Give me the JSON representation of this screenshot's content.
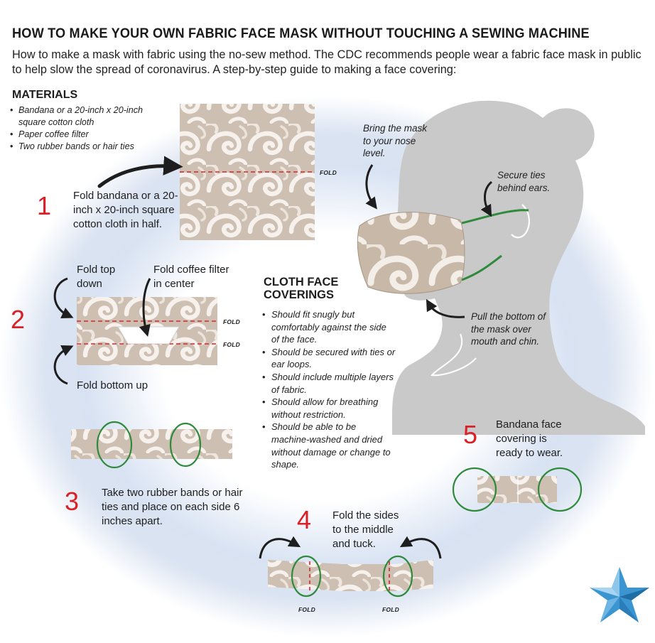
{
  "title": "HOW TO MAKE YOUR OWN FABRIC FACE MASK WITHOUT TOUCHING A SEWING MACHINE",
  "subtitle": "How to make a mask with fabric using the no-sew method. The CDC recommends people wear a fabric face mask in public to help slow the spread of coronavirus. A step-by-step guide to making a face covering:",
  "materials": {
    "heading": "MATERIALS",
    "items": [
      "Bandana or a 20-inch x 20-inch square cotton cloth",
      "Paper coffee filter",
      "Two rubber bands or hair ties"
    ]
  },
  "steps": [
    {
      "number": "1",
      "text": "Fold bandana or a 20-inch x 20-inch square cotton cloth in half."
    },
    {
      "number": "2",
      "fold_top": "Fold top down",
      "fold_filter": "Fold coffee filter in center",
      "fold_bottom": "Fold bottom up"
    },
    {
      "number": "3",
      "text": "Take two rubber bands or hair ties and place on each side 6 inches apart."
    },
    {
      "number": "4",
      "text": "Fold the sides to the middle and tuck."
    },
    {
      "number": "5",
      "text": "Bandana face covering is ready to wear."
    }
  ],
  "fold_label": "FOLD",
  "wearing": {
    "nose": "Bring the mask to your nose level.",
    "ears": "Secure ties behind ears.",
    "chin": "Pull the bottom of the mask over mouth and chin."
  },
  "cloth_coverings": {
    "heading": "CLOTH FACE COVERINGS",
    "items": [
      "Should fit snugly but comfortably against the side of the face.",
      "Should be secured with ties or ear loops.",
      "Should include multiple layers of fabric.",
      "Should allow for breathing without restriction.",
      "Should be able to be machine-washed and dried without damage or change to shape."
    ]
  },
  "colors": {
    "accent_red": "#d92027",
    "band_green": "#2f8a3c",
    "fold_line": "#d8262c",
    "fabric": "#cdbfb1",
    "silhouette": "#c9c9c9",
    "star": "#3b95d0"
  },
  "icons": [
    "curved-arrow-icon",
    "star-logo-icon"
  ]
}
